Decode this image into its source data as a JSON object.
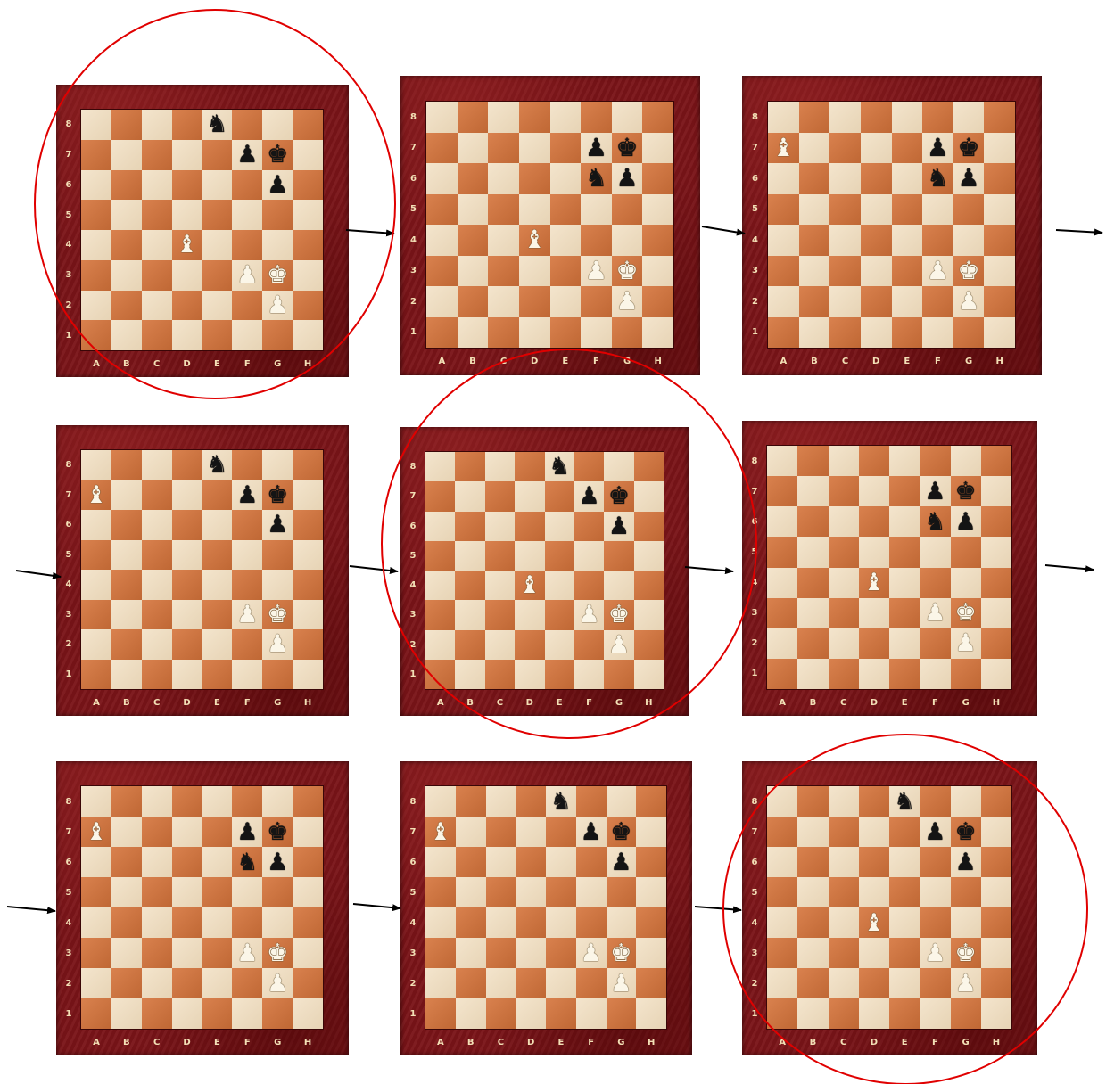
{
  "files": [
    "A",
    "B",
    "C",
    "D",
    "E",
    "F",
    "G",
    "H"
  ],
  "ranks": [
    "8",
    "7",
    "6",
    "5",
    "4",
    "3",
    "2",
    "1"
  ],
  "piece_glyphs": {
    "K": "♚",
    "N": "♞",
    "P": "♟",
    "B": "♝"
  },
  "colors": {
    "ring": "#e00000",
    "arrow": "#000000",
    "frame": "#7a1418",
    "light_square": "#f0dcbc",
    "dark_square": "#d5733a"
  },
  "boards": [
    {
      "pieces": [
        {
          "sq": "e8",
          "p": "bN"
        },
        {
          "sq": "f7",
          "p": "bP"
        },
        {
          "sq": "g7",
          "p": "bK"
        },
        {
          "sq": "g6",
          "p": "bP"
        },
        {
          "sq": "d4",
          "p": "wB"
        },
        {
          "sq": "f3",
          "p": "wP"
        },
        {
          "sq": "g3",
          "p": "wK"
        },
        {
          "sq": "g2",
          "p": "wP"
        }
      ],
      "highlighted": true
    },
    {
      "pieces": [
        {
          "sq": "f7",
          "p": "bP"
        },
        {
          "sq": "g7",
          "p": "bK"
        },
        {
          "sq": "f6",
          "p": "bN"
        },
        {
          "sq": "g6",
          "p": "bP"
        },
        {
          "sq": "d4",
          "p": "wB"
        },
        {
          "sq": "f3",
          "p": "wP"
        },
        {
          "sq": "g3",
          "p": "wK"
        },
        {
          "sq": "g2",
          "p": "wP"
        }
      ],
      "highlighted": false
    },
    {
      "pieces": [
        {
          "sq": "a7",
          "p": "wB"
        },
        {
          "sq": "f7",
          "p": "bP"
        },
        {
          "sq": "g7",
          "p": "bK"
        },
        {
          "sq": "f6",
          "p": "bN"
        },
        {
          "sq": "g6",
          "p": "bP"
        },
        {
          "sq": "f3",
          "p": "wP"
        },
        {
          "sq": "g3",
          "p": "wK"
        },
        {
          "sq": "g2",
          "p": "wP"
        }
      ],
      "highlighted": false
    },
    {
      "pieces": [
        {
          "sq": "e8",
          "p": "bN"
        },
        {
          "sq": "a7",
          "p": "wB"
        },
        {
          "sq": "f7",
          "p": "bP"
        },
        {
          "sq": "g7",
          "p": "bK"
        },
        {
          "sq": "g6",
          "p": "bP"
        },
        {
          "sq": "f3",
          "p": "wP"
        },
        {
          "sq": "g3",
          "p": "wK"
        },
        {
          "sq": "g2",
          "p": "wP"
        }
      ],
      "highlighted": false
    },
    {
      "pieces": [
        {
          "sq": "e8",
          "p": "bN"
        },
        {
          "sq": "f7",
          "p": "bP"
        },
        {
          "sq": "g7",
          "p": "bK"
        },
        {
          "sq": "g6",
          "p": "bP"
        },
        {
          "sq": "d4",
          "p": "wB"
        },
        {
          "sq": "f3",
          "p": "wP"
        },
        {
          "sq": "g3",
          "p": "wK"
        },
        {
          "sq": "g2",
          "p": "wP"
        }
      ],
      "highlighted": true
    },
    {
      "pieces": [
        {
          "sq": "f7",
          "p": "bP"
        },
        {
          "sq": "g7",
          "p": "bK"
        },
        {
          "sq": "f6",
          "p": "bN"
        },
        {
          "sq": "g6",
          "p": "bP"
        },
        {
          "sq": "d4",
          "p": "wB"
        },
        {
          "sq": "f3",
          "p": "wP"
        },
        {
          "sq": "g3",
          "p": "wK"
        },
        {
          "sq": "g2",
          "p": "wP"
        }
      ],
      "highlighted": false
    },
    {
      "pieces": [
        {
          "sq": "a7",
          "p": "wB"
        },
        {
          "sq": "f7",
          "p": "bP"
        },
        {
          "sq": "g7",
          "p": "bK"
        },
        {
          "sq": "f6",
          "p": "bN"
        },
        {
          "sq": "g6",
          "p": "bP"
        },
        {
          "sq": "f3",
          "p": "wP"
        },
        {
          "sq": "g3",
          "p": "wK"
        },
        {
          "sq": "g2",
          "p": "wP"
        }
      ],
      "highlighted": false
    },
    {
      "pieces": [
        {
          "sq": "e8",
          "p": "bN"
        },
        {
          "sq": "a7",
          "p": "wB"
        },
        {
          "sq": "f7",
          "p": "bP"
        },
        {
          "sq": "g7",
          "p": "bK"
        },
        {
          "sq": "g6",
          "p": "bP"
        },
        {
          "sq": "f3",
          "p": "wP"
        },
        {
          "sq": "g3",
          "p": "wK"
        },
        {
          "sq": "g2",
          "p": "wP"
        }
      ],
      "highlighted": false
    },
    {
      "pieces": [
        {
          "sq": "e8",
          "p": "bN"
        },
        {
          "sq": "f7",
          "p": "bP"
        },
        {
          "sq": "g7",
          "p": "bK"
        },
        {
          "sq": "g6",
          "p": "bP"
        },
        {
          "sq": "d4",
          "p": "wB"
        },
        {
          "sq": "f3",
          "p": "wP"
        },
        {
          "sq": "g3",
          "p": "wK"
        },
        {
          "sq": "g2",
          "p": "wP"
        }
      ],
      "highlighted": true
    }
  ]
}
